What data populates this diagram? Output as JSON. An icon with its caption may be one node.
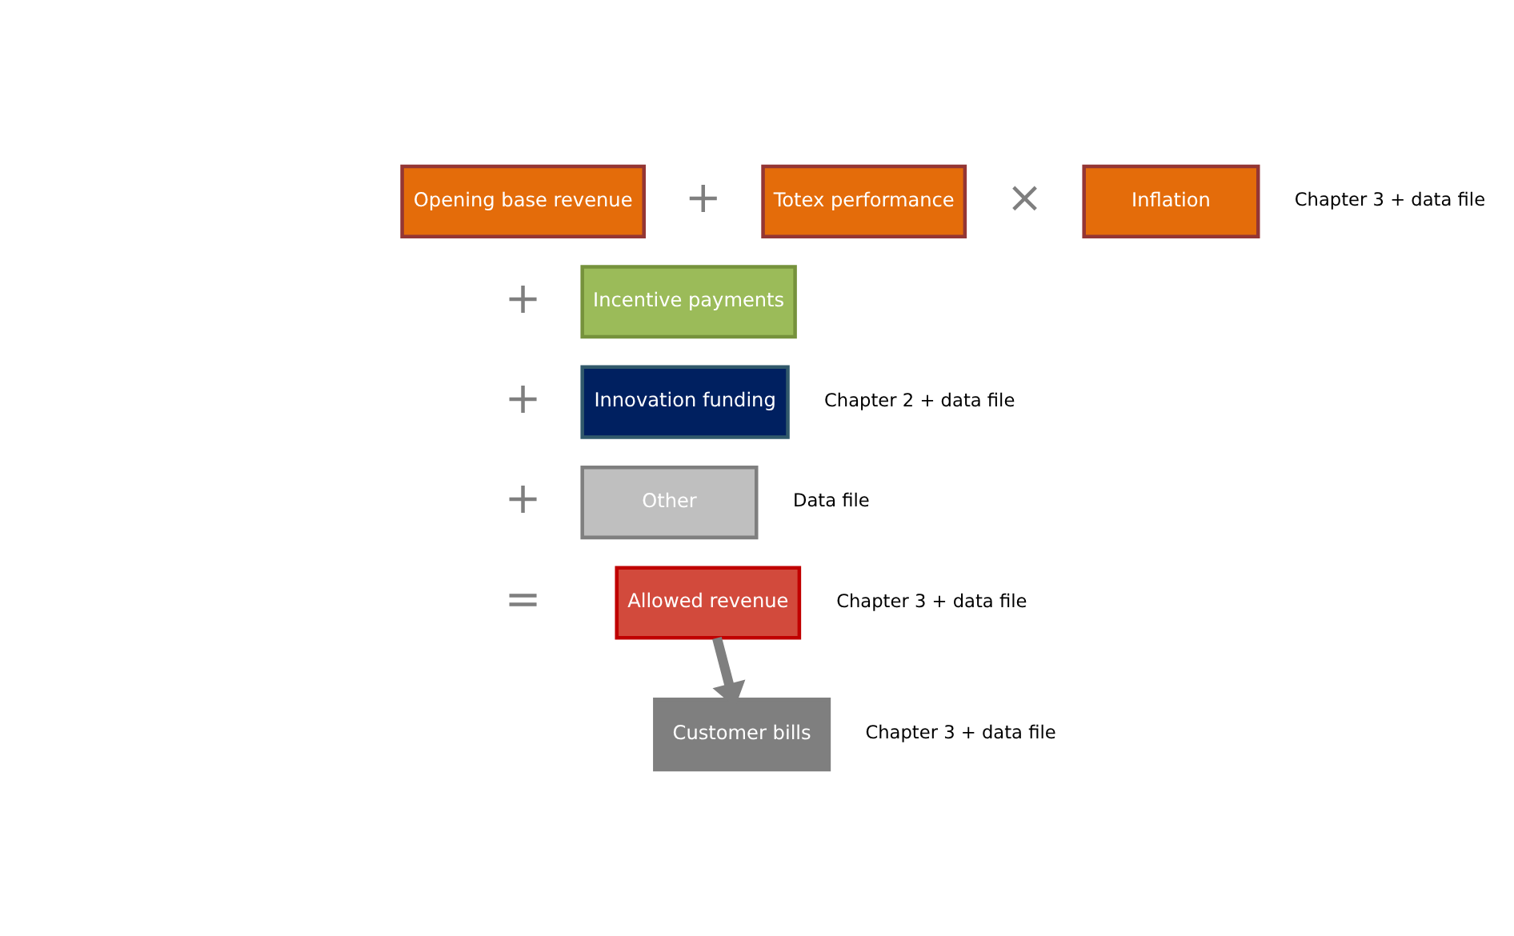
{
  "diagram": {
    "nodes": [
      {
        "text": [
          "Opening base revenue"
        ]
      },
      {
        "text": [
          "Totex performance"
        ]
      },
      {
        "text": [
          "Inflation"
        ],
        "beside": [
          "Chapter 3 + data file"
        ]
      },
      {
        "text": [
          "Incentive payments"
        ]
      },
      {
        "text": [
          "Innovation funding"
        ]
      },
      {
        "text": [
          "Other"
        ],
        "beside": [
          "Data file"
        ]
      },
      {
        "text": [
          "Allowed revenue"
        ],
        "beside": [
          "Chapter 3 + data file"
        ]
      },
      {
        "text": [
          "Customer bills"
        ],
        "beside": [
          "Chapter 3 + data file"
        ]
      }
    ],
    "edges": [
      {
        "from": 6,
        "to": 7,
        "arrow": "to"
      }
    ],
    "labels": [
      "+",
      "×",
      "+",
      "Chapter 2 + data file",
      "+",
      "+",
      "="
    ]
  }
}
